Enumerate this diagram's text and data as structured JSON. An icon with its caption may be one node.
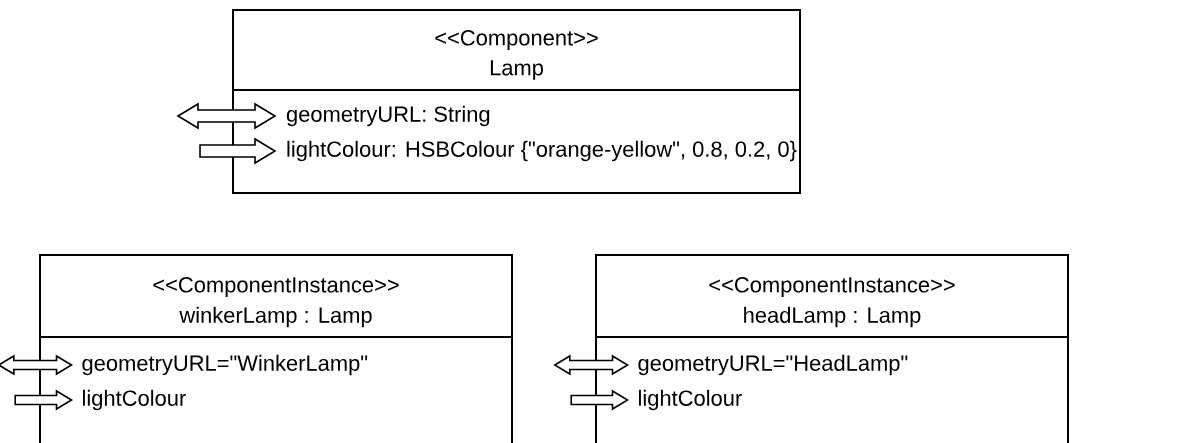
{
  "diagram": {
    "nodes": [
      {
        "text": [
          "<<Component>>",
          "Lamp",
          "geometryURL: String",
          "lightColour: HSBColour {\"orange-yellow\", 0.8, 0.2, 0}"
        ]
      },
      {
        "text": [
          "<<ComponentInstance>>",
          "winkerLamp : Lamp",
          "geometryURL=\"WinkerLamp\"",
          "lightColour"
        ]
      },
      {
        "text": [
          "<<ComponentInstance>>",
          "headLamp : Lamp",
          "geometryURL=\"HeadLamp\"",
          "lightColour"
        ]
      }
    ]
  }
}
